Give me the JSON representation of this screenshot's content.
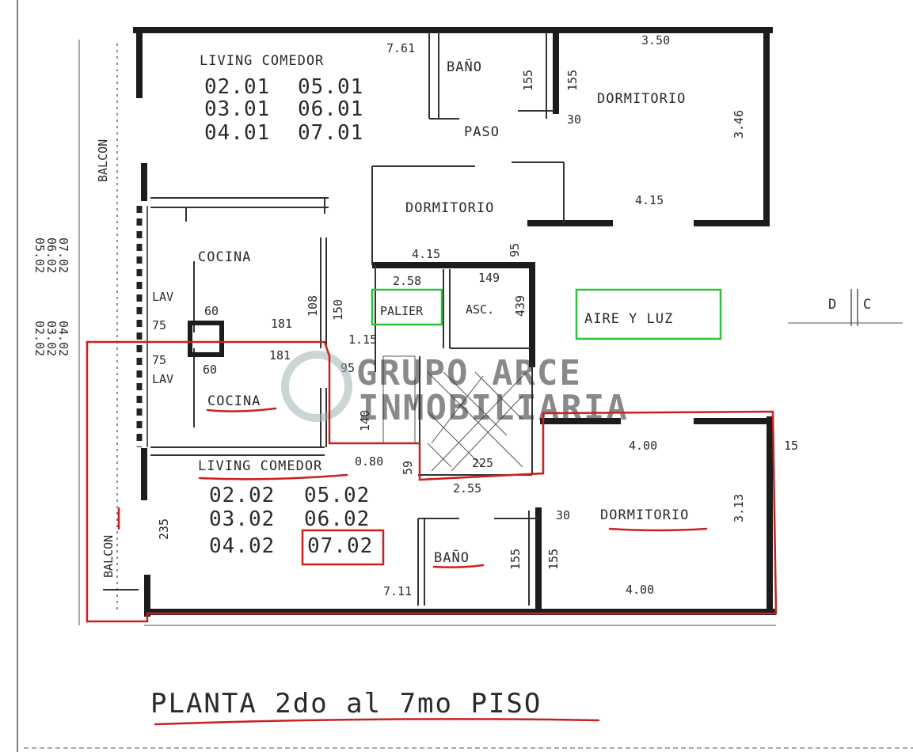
{
  "margin_labels": {
    "left_units_top": [
      "05.02",
      "06.02",
      "07.02"
    ],
    "left_units_bottom": [
      "02.02",
      "03.02",
      "04.02"
    ]
  },
  "upper_unit": {
    "living_label": "LIVING COMEDOR",
    "unit_numbers": [
      [
        "02.01",
        "05.01"
      ],
      [
        "03.01",
        "06.01"
      ],
      [
        "04.01",
        "07.01"
      ]
    ],
    "dim_761": "7.61",
    "bano_label": "BAÑO",
    "dim_155_a": "155",
    "dim_155_b": "155",
    "paso_label": "PASO",
    "dim_30": "30",
    "dormitorio_right_label": "DORMITORIO",
    "dim_350": "3.50",
    "dim_346": "3.46",
    "dim_415_right": "4.15",
    "dormitorio_mid_label": "DORMITORIO",
    "dim_415_mid": "4.15",
    "dim_95": "95",
    "balcon_label": "BALCON",
    "cocina_label": "COCINA",
    "lav_label": "LAV",
    "dim_75": "75",
    "dim_60": "60",
    "dim_181": "181",
    "dim_108": "108",
    "dim_150": "150"
  },
  "core": {
    "palier_label": "PALIER",
    "asc_label": "ASC.",
    "dim_258": "2.58",
    "dim_149": "149",
    "dim_439": "439",
    "dim_115": "1.15",
    "dim_95": "95",
    "dim_140": "140",
    "dim_225": "225",
    "dim_59": "59",
    "dim_255": "2.55"
  },
  "aire_luz_label": "AIRE Y LUZ",
  "section_marks": [
    "D",
    "C"
  ],
  "watermark": {
    "line1": "GRUPO ARCE",
    "line2": "INMOBILIARIA"
  },
  "lower_unit": {
    "lav_label": "LAV",
    "dim_75": "75",
    "dim_60": "60",
    "dim_181": "181",
    "cocina_label": "COCINA",
    "living_label": "LIVING COMEDOR",
    "dim_080": "0.80",
    "unit_numbers": [
      [
        "02.02",
        "05.02"
      ],
      [
        "03.02",
        "06.02"
      ],
      [
        "04.02",
        "07.02"
      ]
    ],
    "highlighted_unit": "07.02",
    "balcon_label": "BALCON",
    "dim_235": "235",
    "dim_711": "7.11",
    "bano_label": "BAÑO",
    "dim_155_a": "155",
    "dim_155_b": "155",
    "dim_30": "30",
    "dormitorio_label": "DORMITORIO",
    "dim_400_top": "4.00",
    "dim_400_bottom": "4.00",
    "dim_313": "3.13",
    "dim_15": "15"
  },
  "plan_title": "PLANTA 2do al 7mo PISO",
  "colors": {
    "line": "#2b2b2b",
    "wall": "#1c1c1c",
    "red_highlight": "#cc1f1f",
    "green_highlight": "#2dc23a",
    "watermark": "#9fb3b3"
  }
}
